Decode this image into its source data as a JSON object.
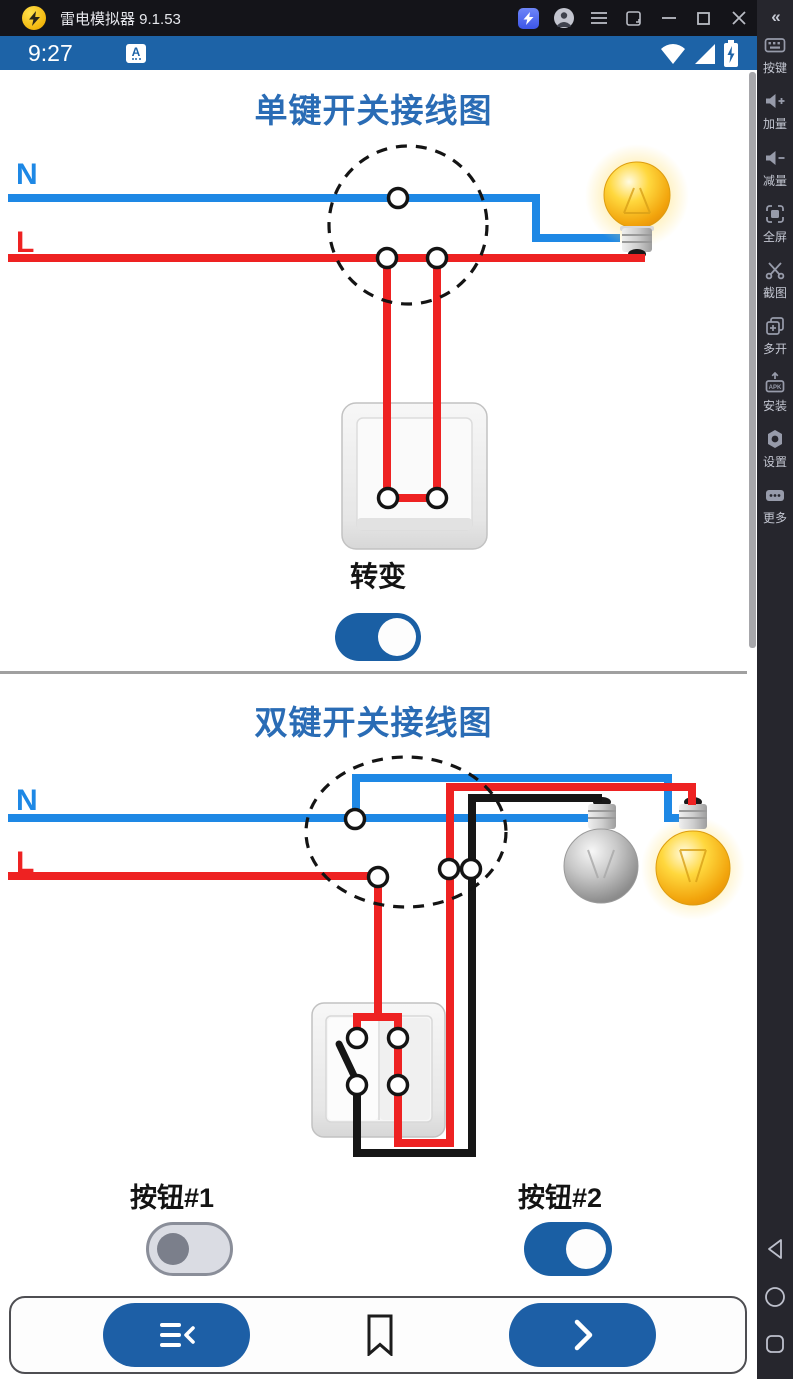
{
  "titlebar": {
    "title": "雷电模拟器 9.1.53",
    "collapse_icon": "«"
  },
  "statusbar": {
    "time": "9:27",
    "ime_letter": "A"
  },
  "sidebar": {
    "items": [
      {
        "icon": "keymapping-icon",
        "label": "按键"
      },
      {
        "icon": "volume-up-icon",
        "label": "加量"
      },
      {
        "icon": "volume-down-icon",
        "label": "减量"
      },
      {
        "icon": "fullscreen-icon",
        "label": "全屏"
      },
      {
        "icon": "screenshot-icon",
        "label": "截图"
      },
      {
        "icon": "multi-instance-icon",
        "label": "多开"
      },
      {
        "icon": "apk-install-icon",
        "label": "安装",
        "icon_text": "APK"
      },
      {
        "icon": "settings-icon",
        "label": "设置"
      },
      {
        "icon": "more-icon",
        "label": "更多"
      }
    ]
  },
  "diagram1": {
    "title": "单键开关接线图",
    "neutral_label": "N",
    "live_label": "L",
    "switch_label": "转变",
    "toggle_on": true,
    "bulb_state": "on"
  },
  "diagram2": {
    "title": "双键开关接线图",
    "neutral_label": "N",
    "live_label": "L",
    "buttons": [
      {
        "label": "按钮#1",
        "on": false,
        "bulb_state": "off"
      },
      {
        "label": "按钮#2",
        "on": true,
        "bulb_state": "on"
      }
    ]
  },
  "colors": {
    "statusbar_blue": "#1d63a7",
    "heading_blue": "#2a6cb5",
    "wire_blue": "#1e88e5",
    "wire_red": "#ee2222",
    "wire_black": "#161616",
    "toggle_on_blue": "#1a5fa4",
    "pill_blue": "#1d5fa6",
    "bulb_on_yellow": "#ffd83e",
    "bulb_off_gray": "#c9c9c9"
  }
}
